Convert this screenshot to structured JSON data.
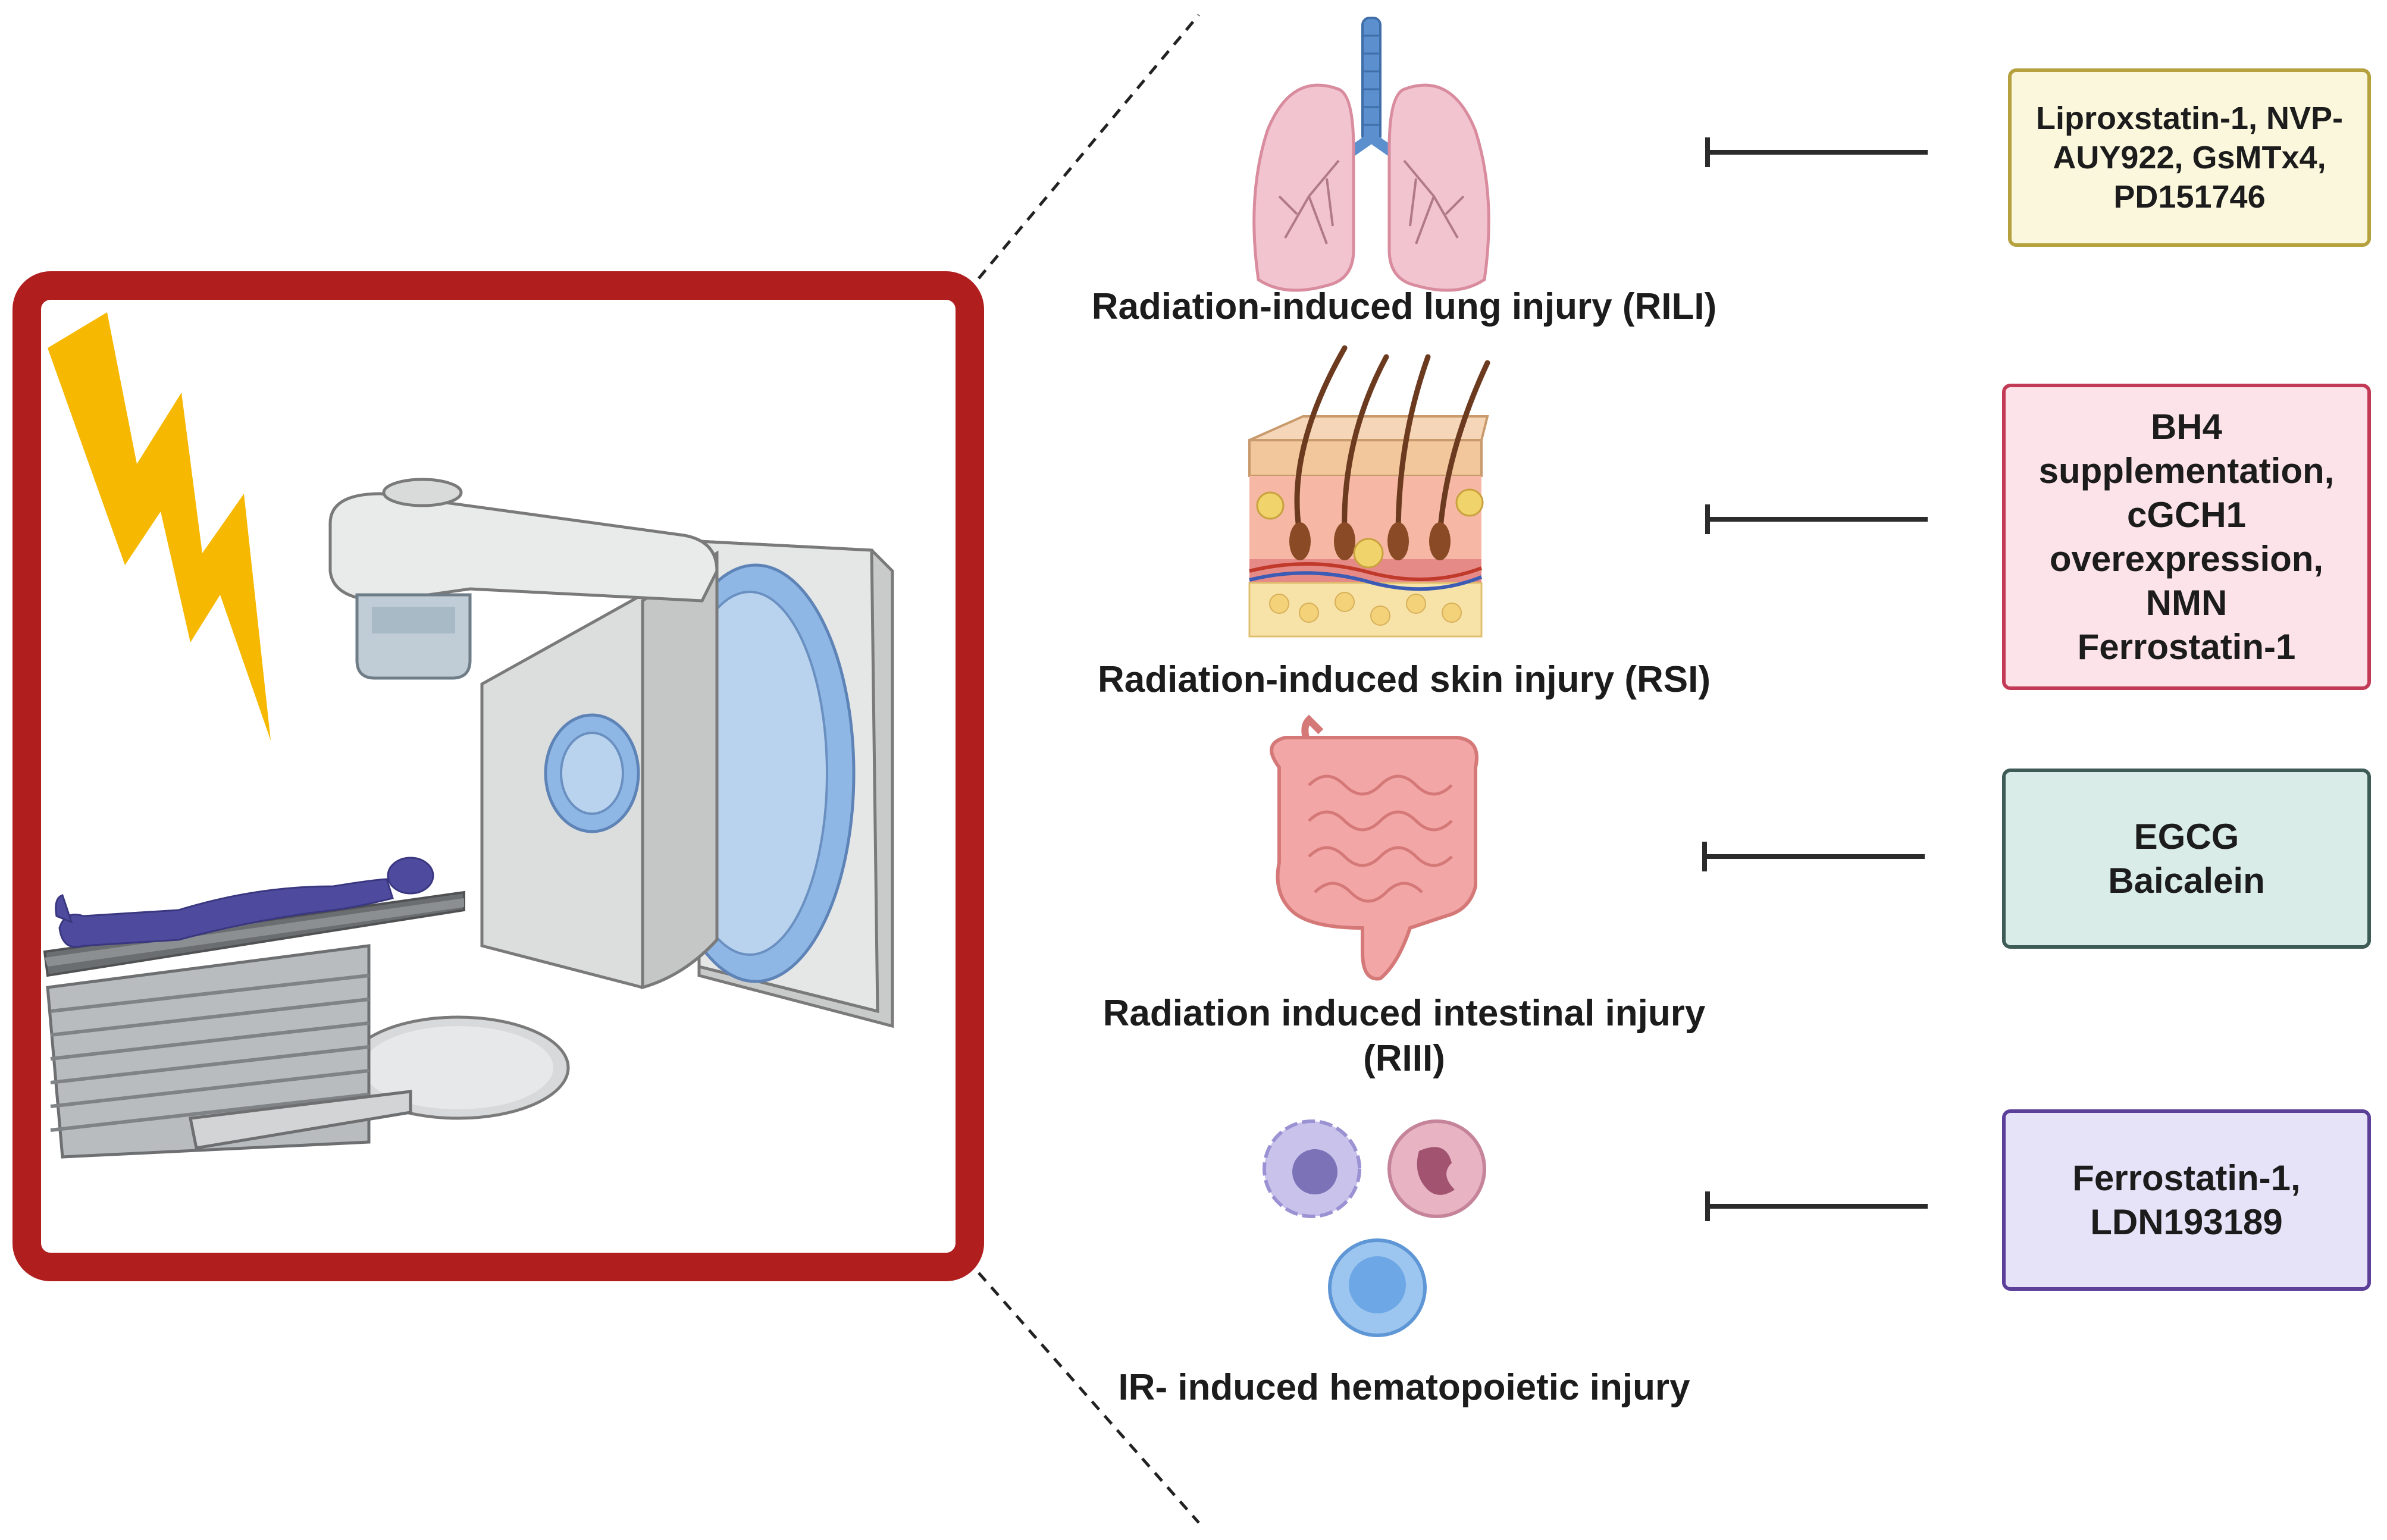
{
  "injuries": [
    {
      "id": "lung",
      "label": "Radiation-induced lung injury (RILI)",
      "treatments": "Liproxstatin-1, NVP-\nAUY922, GsMTx4,\nPD151746",
      "box_fill": "#fbf7dc",
      "box_border": "#b5a23f"
    },
    {
      "id": "skin",
      "label": "Radiation-induced skin injury (RSI)",
      "treatments": "BH4\nsupplementation,\ncGCH1\noverexpression,\nNMN\nFerrostatin-1",
      "box_fill": "#fce3ea",
      "box_border": "#c23a55"
    },
    {
      "id": "intestinal",
      "label": "Radiation induced intestinal injury\n(RIII)",
      "treatments": "EGCG\nBaicalein",
      "box_fill": "#d9ece8",
      "box_border": "#3e5b55"
    },
    {
      "id": "hematopoietic",
      "label": "IR- induced hematopoietic injury",
      "treatments": "Ferrostatin-1,\nLDN193189",
      "box_fill": "#e6e2f8",
      "box_border": "#5c3f98"
    }
  ],
  "colors": {
    "frame": "#b01e1e",
    "lightning": "#f6b800",
    "patient": "#4e4b9e",
    "lung_pink": "#f2c4cf",
    "trachea_blue": "#5b8fce",
    "intestine": "#f0a7a7",
    "inhibitor_line": "#2b2b2b"
  },
  "icons": [
    "lightning-bolt-icon",
    "linear-accelerator-icon",
    "patient-icon",
    "lungs-icon",
    "skin-section-icon",
    "intestine-icon",
    "blood-cells-icon"
  ]
}
